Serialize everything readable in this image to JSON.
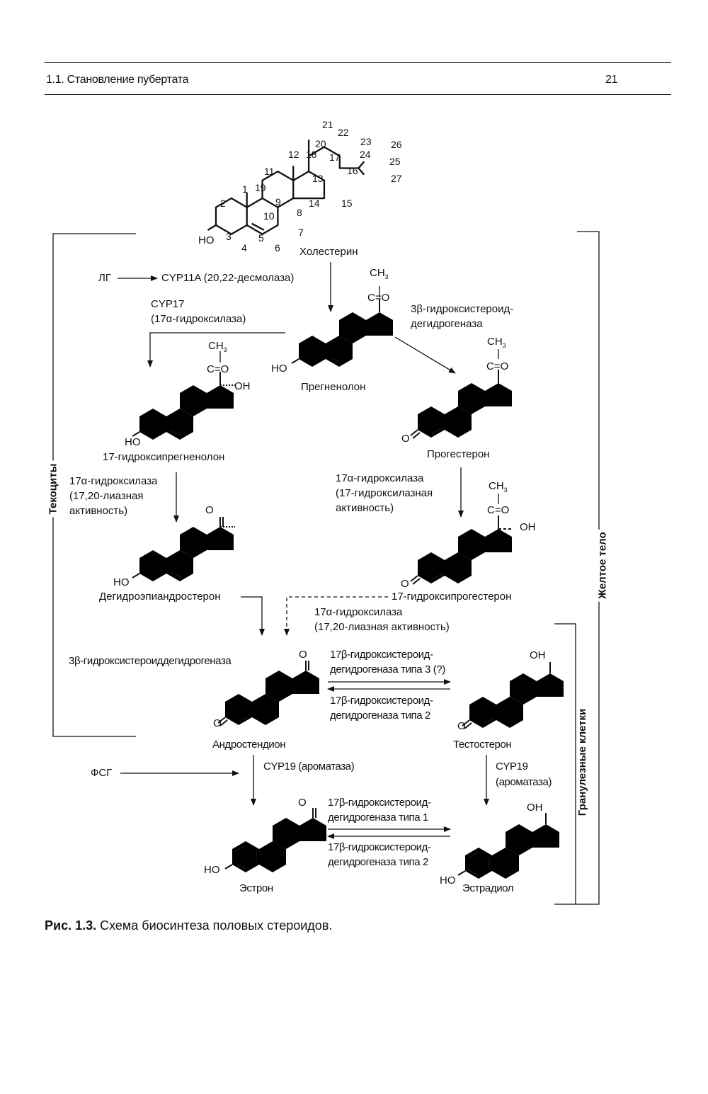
{
  "header": {
    "section_title": "1.1. Становление пубертата",
    "page_number": "21"
  },
  "figure": {
    "caption_label": "Рис. 1.3.",
    "caption_text": " Схема биосинтеза половых стероидов.",
    "brackets": {
      "left": "Текоциты",
      "right_outer": "Желтое тело",
      "right_inner": "Гранулезные клетки"
    },
    "cholesterol_numbering": [
      "1",
      "2",
      "3",
      "4",
      "5",
      "6",
      "7",
      "8",
      "9",
      "10",
      "11",
      "12",
      "13",
      "14",
      "15",
      "16",
      "17",
      "18",
      "19",
      "20",
      "21",
      "22",
      "23",
      "24",
      "25",
      "26",
      "27"
    ],
    "compounds": {
      "cholesterol": "Холестерин",
      "pregnenolone": "Прегненолон",
      "hydroxypregnenolone": "17-гидроксипрегненолон",
      "progesterone": "Прогестерон",
      "dhea": "Дегидроэпиандростерон",
      "hydroxyprogesterone": "17-гидроксипрогестерон",
      "androstenedione": "Андростендион",
      "testosterone": "Тестостерон",
      "estrone": "Эстрон",
      "estradiol": "Эстрадиол"
    },
    "regulators": {
      "lh": "ЛГ",
      "fsh": "ФСГ"
    },
    "enzymes": {
      "cyp11a": "CYP11A (20,22-десмолаза)",
      "cyp17_line1": "CYP17",
      "cyp17_line2": "(17α-гидроксилаза)",
      "hsd3b_top_line1": "3β-гидроксистероид-",
      "hsd3b_top_line2": "дегидрогеназа",
      "lyase_left_line1": "17α-гидроксилаза",
      "lyase_left_line2": "(17,20-лиазная",
      "lyase_left_line3": "активность)",
      "hydroxylase_right_line1": "17α-гидроксилаза",
      "hydroxylase_right_line2": "(17-гидроксилазная",
      "hydroxylase_right_line3": "активность)",
      "lyase_mid_line1": "17α-гидроксилаза",
      "lyase_mid_line2": "(17,20-лиазная активность)",
      "hsd3b_mid": "3β-гидроксистероиддегидрогеназа",
      "hsd17b3_line1": "17β-гидроксистероид-",
      "hsd17b3_line2": "дегидрогеназа типа 3 (?)",
      "hsd17b2a_line1": "17β-гидроксистероид-",
      "hsd17b2a_line2": "дегидрогеназа типа 2",
      "cyp19_left": "CYP19 (ароматаза)",
      "cyp19_right_line1": "CYP19",
      "cyp19_right_line2": "(ароматаза)",
      "hsd17b1_line1": "17β-гидроксистероид-",
      "hsd17b1_line2": "дегидрогеназа типа 1",
      "hsd17b2b_line1": "17β-гидроксистероид-",
      "hsd17b2b_line2": "дегидрогеназа типа 2"
    },
    "atoms": {
      "ho": "HO",
      "oh": "OH",
      "o": "O",
      "ch3": "CH",
      "sub3": "3",
      "co": "C=O"
    }
  }
}
